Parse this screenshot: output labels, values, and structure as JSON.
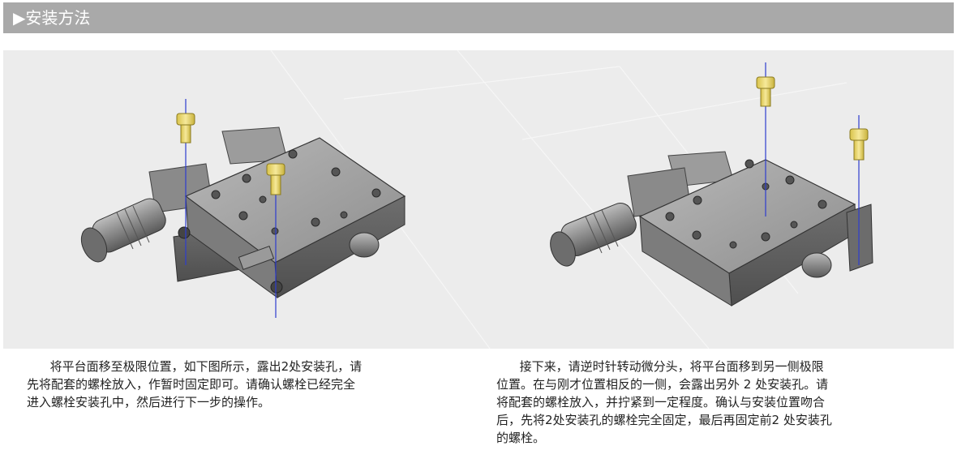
{
  "header": {
    "title": "▶安装方法"
  },
  "figures": [
    {
      "name": "stage-left",
      "description_shown": false
    },
    {
      "name": "stage-right",
      "description_shown": false
    }
  ],
  "captions": {
    "left": "      将平台面移至极限位置，如下图所示，露出2处安装孔，请\n先将配套的螺栓放入，作暂时固定即可。请确认螺栓已经完全\n进入螺栓安装孔中，然后进行下一步的操作。",
    "right": "      接下来，请逆时针转动微分头，将平台面移到另一侧极限\n位置。在与刚才位置相反的一侧，会露出另外 2 处安装孔。请\n将配套的螺栓放入，并拧紧到一定程度。确认与安装位置吻合\n后，先将2处安装孔的螺栓完全固定，最后再固定前2 处安装孔\n的螺栓。"
  },
  "colors": {
    "header_bg": "#a9a9a9",
    "panel_bg": "#ececec",
    "metal": "#8d8d8d",
    "bolt": "#e8d36a",
    "axis_line": "#2d3ccf"
  }
}
